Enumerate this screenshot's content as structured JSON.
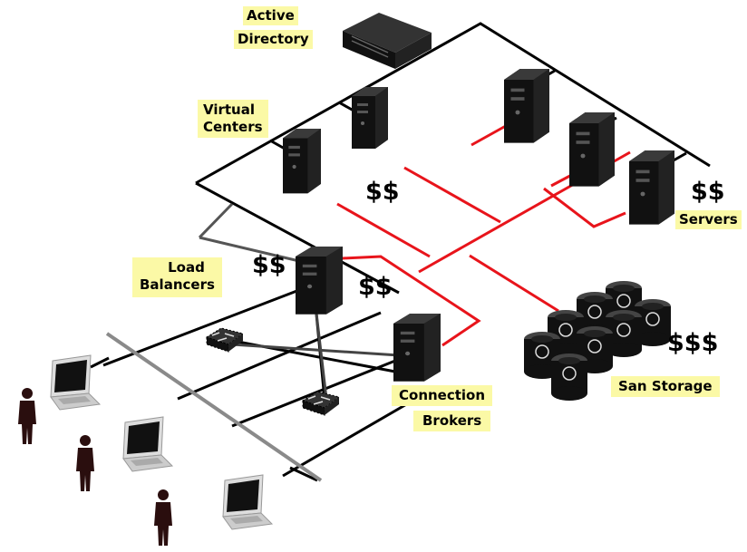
{
  "labels": {
    "active_directory_line1": "Active",
    "active_directory_line2": "Directory",
    "virtual_centers_line1": "Virtual",
    "virtual_centers_line2": "Centers",
    "load_balancers_line1": "Load",
    "load_balancers_line2": "Balancers",
    "connection_brokers_line1": "Connection",
    "connection_brokers_line2": "Brokers",
    "servers": "Servers",
    "san_storage": "San Storage"
  },
  "costs": {
    "virtual_centers": "$$",
    "servers": "$$",
    "load_balancers": "$$",
    "connection_brokers": "$$",
    "san_storage": "$$$"
  },
  "colors": {
    "label_bg": "#fbf9a6",
    "san_link": "#e8141b",
    "lan_link": "#000000",
    "client_network": "#888888"
  }
}
